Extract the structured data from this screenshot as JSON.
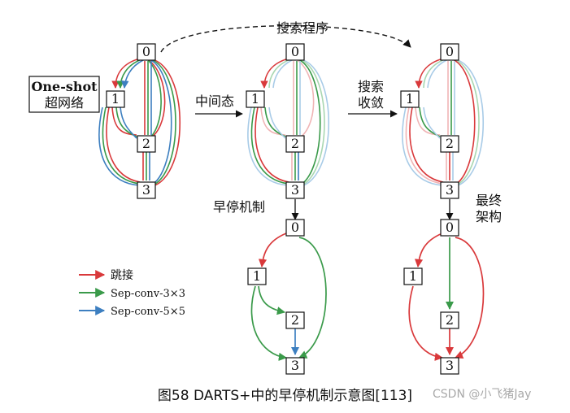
{
  "texts": {
    "search_process": "搜索程序",
    "intermediate": "中间态",
    "converge_1": "搜索",
    "converge_2": "收敛",
    "early_stop": "早停机制",
    "final_1": "最终",
    "final_2": "架构",
    "oneshot_1": "One-shot",
    "oneshot_2": "超网络"
  },
  "legend": [
    {
      "label": "跳接",
      "color": "#d9393b"
    },
    {
      "label": "Sep-conv-3×3",
      "color": "#3a9a4a"
    },
    {
      "label": "Sep-conv-5×5",
      "color": "#3d7fc0"
    }
  ],
  "nodes": {
    "n0": "0",
    "n1": "1",
    "n2": "2",
    "n3": "3"
  },
  "caption": "图58   DARTS+中的早停机制示意图[113]",
  "watermark": "CSDN @小飞猪Jay",
  "colors": {
    "red": "#d9393b",
    "green": "#3a9a4a",
    "blue": "#3d7fc0",
    "lightred": "#f0b4b5",
    "lightgreen": "#a9d7b1",
    "lightblue": "#a8cbe7"
  }
}
